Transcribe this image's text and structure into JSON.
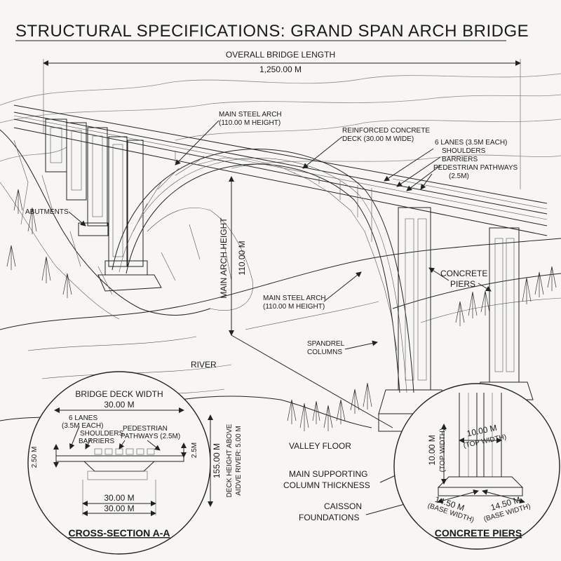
{
  "title": "STRUCTURAL SPECIFICATIONS: GRAND SPAN ARCH BRIDGE",
  "overall": {
    "label": "OVERALL BRIDGE LENGTH",
    "value": "1,250.00 M"
  },
  "labels": {
    "main_arch_top_1": "MAIN STEEL ARCH",
    "main_arch_top_2": "(110.00 M HEIGHT)",
    "deck_1": "REINFORCED CONCRETE",
    "deck_2": "DECK (30.00 M WIDE)",
    "lanes_1": "6 LANES (3.5M EACH)",
    "lanes_2": "SHOULDERS",
    "lanes_3": "BARRIERS",
    "lanes_4": "PEDESTRIAN PATHWAYS",
    "lanes_5": "(2.5M)",
    "abutments": "ABUTMENTS",
    "arch_height": "MAIN ARCH HEIGHT",
    "arch_height_value": "110.00 M",
    "piers_1": "CONCRETE",
    "piers_2": "PIERS",
    "main_arch_mid_1": "MAIN STEEL ARCH",
    "main_arch_mid_2": "(110.00 M HEIGHT)",
    "spandrel_1": "SPANDREL",
    "spandrel_2": "COLUMNS",
    "river": "RIVER",
    "valley": "VALLEY FLOOR",
    "column_1": "MAIN SUPPORTING",
    "column_2": "COLUMN THICKNESS",
    "caisson_1": "CAISSON",
    "caisson_2": "FOUNDATIONS"
  },
  "cross_section": {
    "heading": "BRIDGE DECK WIDTH",
    "width_top": "30.00 M",
    "lanes_1": "6 LANES",
    "lanes_2": "(3.5M EACH)",
    "shoulders": "SHOULDERS",
    "barriers": "BARRIERS",
    "ped_1": "PEDESTRIAN",
    "ped_2": "PATHWAYS (2.5M)",
    "left_height": "2.50 M",
    "right_height": "2.5M",
    "width_bottom_1": "30.00 M",
    "width_bottom_2": "30.00 M",
    "deck_height_value": "155.00 M",
    "deck_height_note_1": "DECK HEIGHT ABOVE",
    "deck_height_note_2": "AIDVE RIVER: 5.00 M",
    "caption": "CROSS-SECTION A-A"
  },
  "pier_detail": {
    "height": "10.00 M",
    "height_note": "(TOP WIDTH)",
    "top_width": "10.00 M",
    "top_width_note": "(TOP WIDTH)",
    "base_left": "14.50 M",
    "base_left_note": "(BASE WIDTH)",
    "base_right": "14.50 M",
    "base_right_note": "(BASE WIDTH)",
    "caption": "CONCRETE PIERS"
  }
}
